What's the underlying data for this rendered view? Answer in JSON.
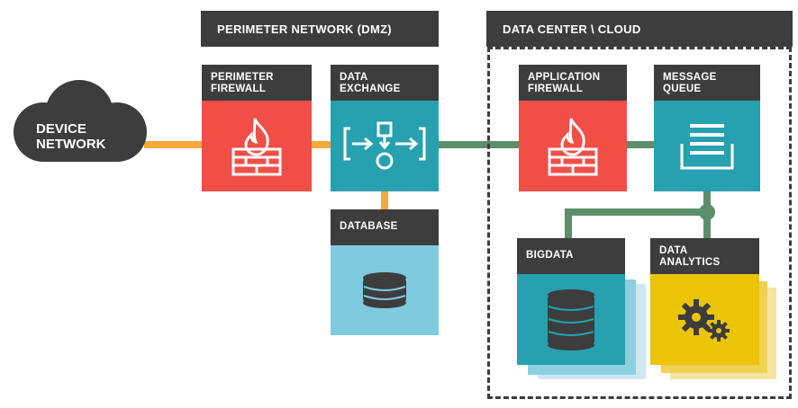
{
  "zones": {
    "dmz": "PERIMETER NETWORK (DMZ)",
    "datacenter": "DATA CENTER \\ CLOUD"
  },
  "device_network": {
    "line1": "DEVICE",
    "line2": "NETWORK"
  },
  "nodes": {
    "perimeter_firewall": {
      "line1": "PERIMETER",
      "line2": "FIREWALL",
      "color": "#f04e47",
      "icon": "firewall-icon"
    },
    "data_exchange": {
      "line1": "DATA",
      "line2": "EXCHANGE",
      "color": "#27a0b0",
      "icon": "data-exchange-icon"
    },
    "database": {
      "line1": "DATABASE",
      "color": "#7ecbe0",
      "icon": "database-icon"
    },
    "application_firewall": {
      "line1": "APPLICATION",
      "line2": "FIREWALL",
      "color": "#f04e47",
      "icon": "firewall-icon"
    },
    "message_queue": {
      "line1": "MESSAGE",
      "line2": "QUEUE",
      "color": "#27a0b0",
      "icon": "queue-icon"
    },
    "bigdata": {
      "line1": "BIGDATA",
      "color": "#27a0b0",
      "icon": "database-icon"
    },
    "data_analytics": {
      "line1": "DATA",
      "line2": "ANALYTICS",
      "color": "#ebc406",
      "icon": "gears-icon"
    }
  },
  "colors": {
    "header": "#3d3d3d",
    "orange_link": "#f7a83a",
    "green_link": "#5a8f6a"
  }
}
